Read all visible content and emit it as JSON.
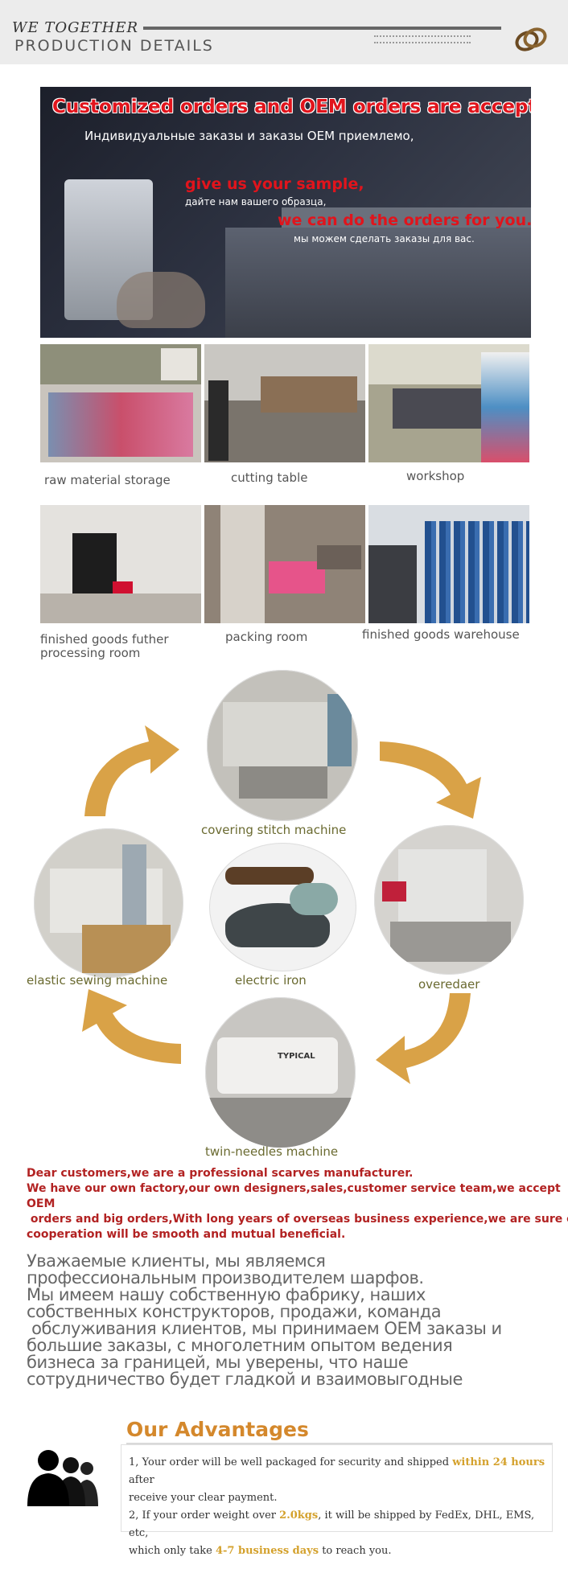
{
  "header": {
    "top": "WE TOGETHER",
    "bottom": "PRODUCTION DETAILS"
  },
  "banner": {
    "line1_en": "Customized orders and OEM orders are acceptable,",
    "line1_ru": "Индивидуальные заказы и заказы OEM приемлемо,",
    "line2_en": "give us your sample,",
    "line2_ru": "дайте нам вашего образца,",
    "line3_en": "we can do the orders for you.",
    "line3_ru": "мы можем сделать заказы для вас."
  },
  "gallery": [
    {
      "caption": "raw material storage"
    },
    {
      "caption": "cutting table"
    },
    {
      "caption": "workshop"
    },
    {
      "caption_line1": "finished goods futher",
      "caption_line2": "processing room"
    },
    {
      "caption": "packing room"
    },
    {
      "caption": "finished goods warehouse"
    }
  ],
  "machines": {
    "top": "covering stitch machine",
    "left": "elastic sewing machine",
    "center": "electric iron",
    "right": "overedaer",
    "bottom": "twin-needles machine",
    "brand": "TYPICAL"
  },
  "intro_en": {
    "line1": "Dear customers,we are a professional scarves manufacturer.",
    "line2": "We have our own factory,our own designers,sales,customer service team,we accept OEM",
    "line3": " orders and big orders,With long years of overseas business experience,we are sure our",
    "line4": "cooperation will be smooth and mutual beneficial."
  },
  "intro_ru": {
    "line1": "Уважаемые клиенты, мы являемся",
    "line2": "профессиональным производителем шарфов.",
    "line3": "Мы имеем нашу собственную фабрику, наших",
    "line4": "собственных конструкторов, продажи, команда",
    "line5": " обслуживания клиентов, мы принимаем OEM заказы и",
    "line6": "большие заказы, с многолетним опытом ведения",
    "line7": "бизнеса за границей, мы уверены, что наше",
    "line8": "сотрудничество будет гладкой и взаимовыгодные"
  },
  "advantages": {
    "title": "Our Advantages",
    "p1_a": "1, Your order will be well packaged for security and shipped ",
    "p1_hl": "within 24 hours",
    "p1_b": " after",
    "p1_c": "receive your clear payment.",
    "p2_a": "2, If your order weight over ",
    "p2_hl1": "2.0kgs",
    "p2_b": ", it will be shipped by FedEx, DHL, EMS, etc,",
    "p2_c": "which only take ",
    "p2_hl2": "4-7 business days",
    "p2_d": " to reach you."
  },
  "colors": {
    "accent_orange": "#d4882c",
    "arrow_gold": "#d9a247",
    "banner_red": "#e1141c",
    "intro_red": "#b22222"
  }
}
